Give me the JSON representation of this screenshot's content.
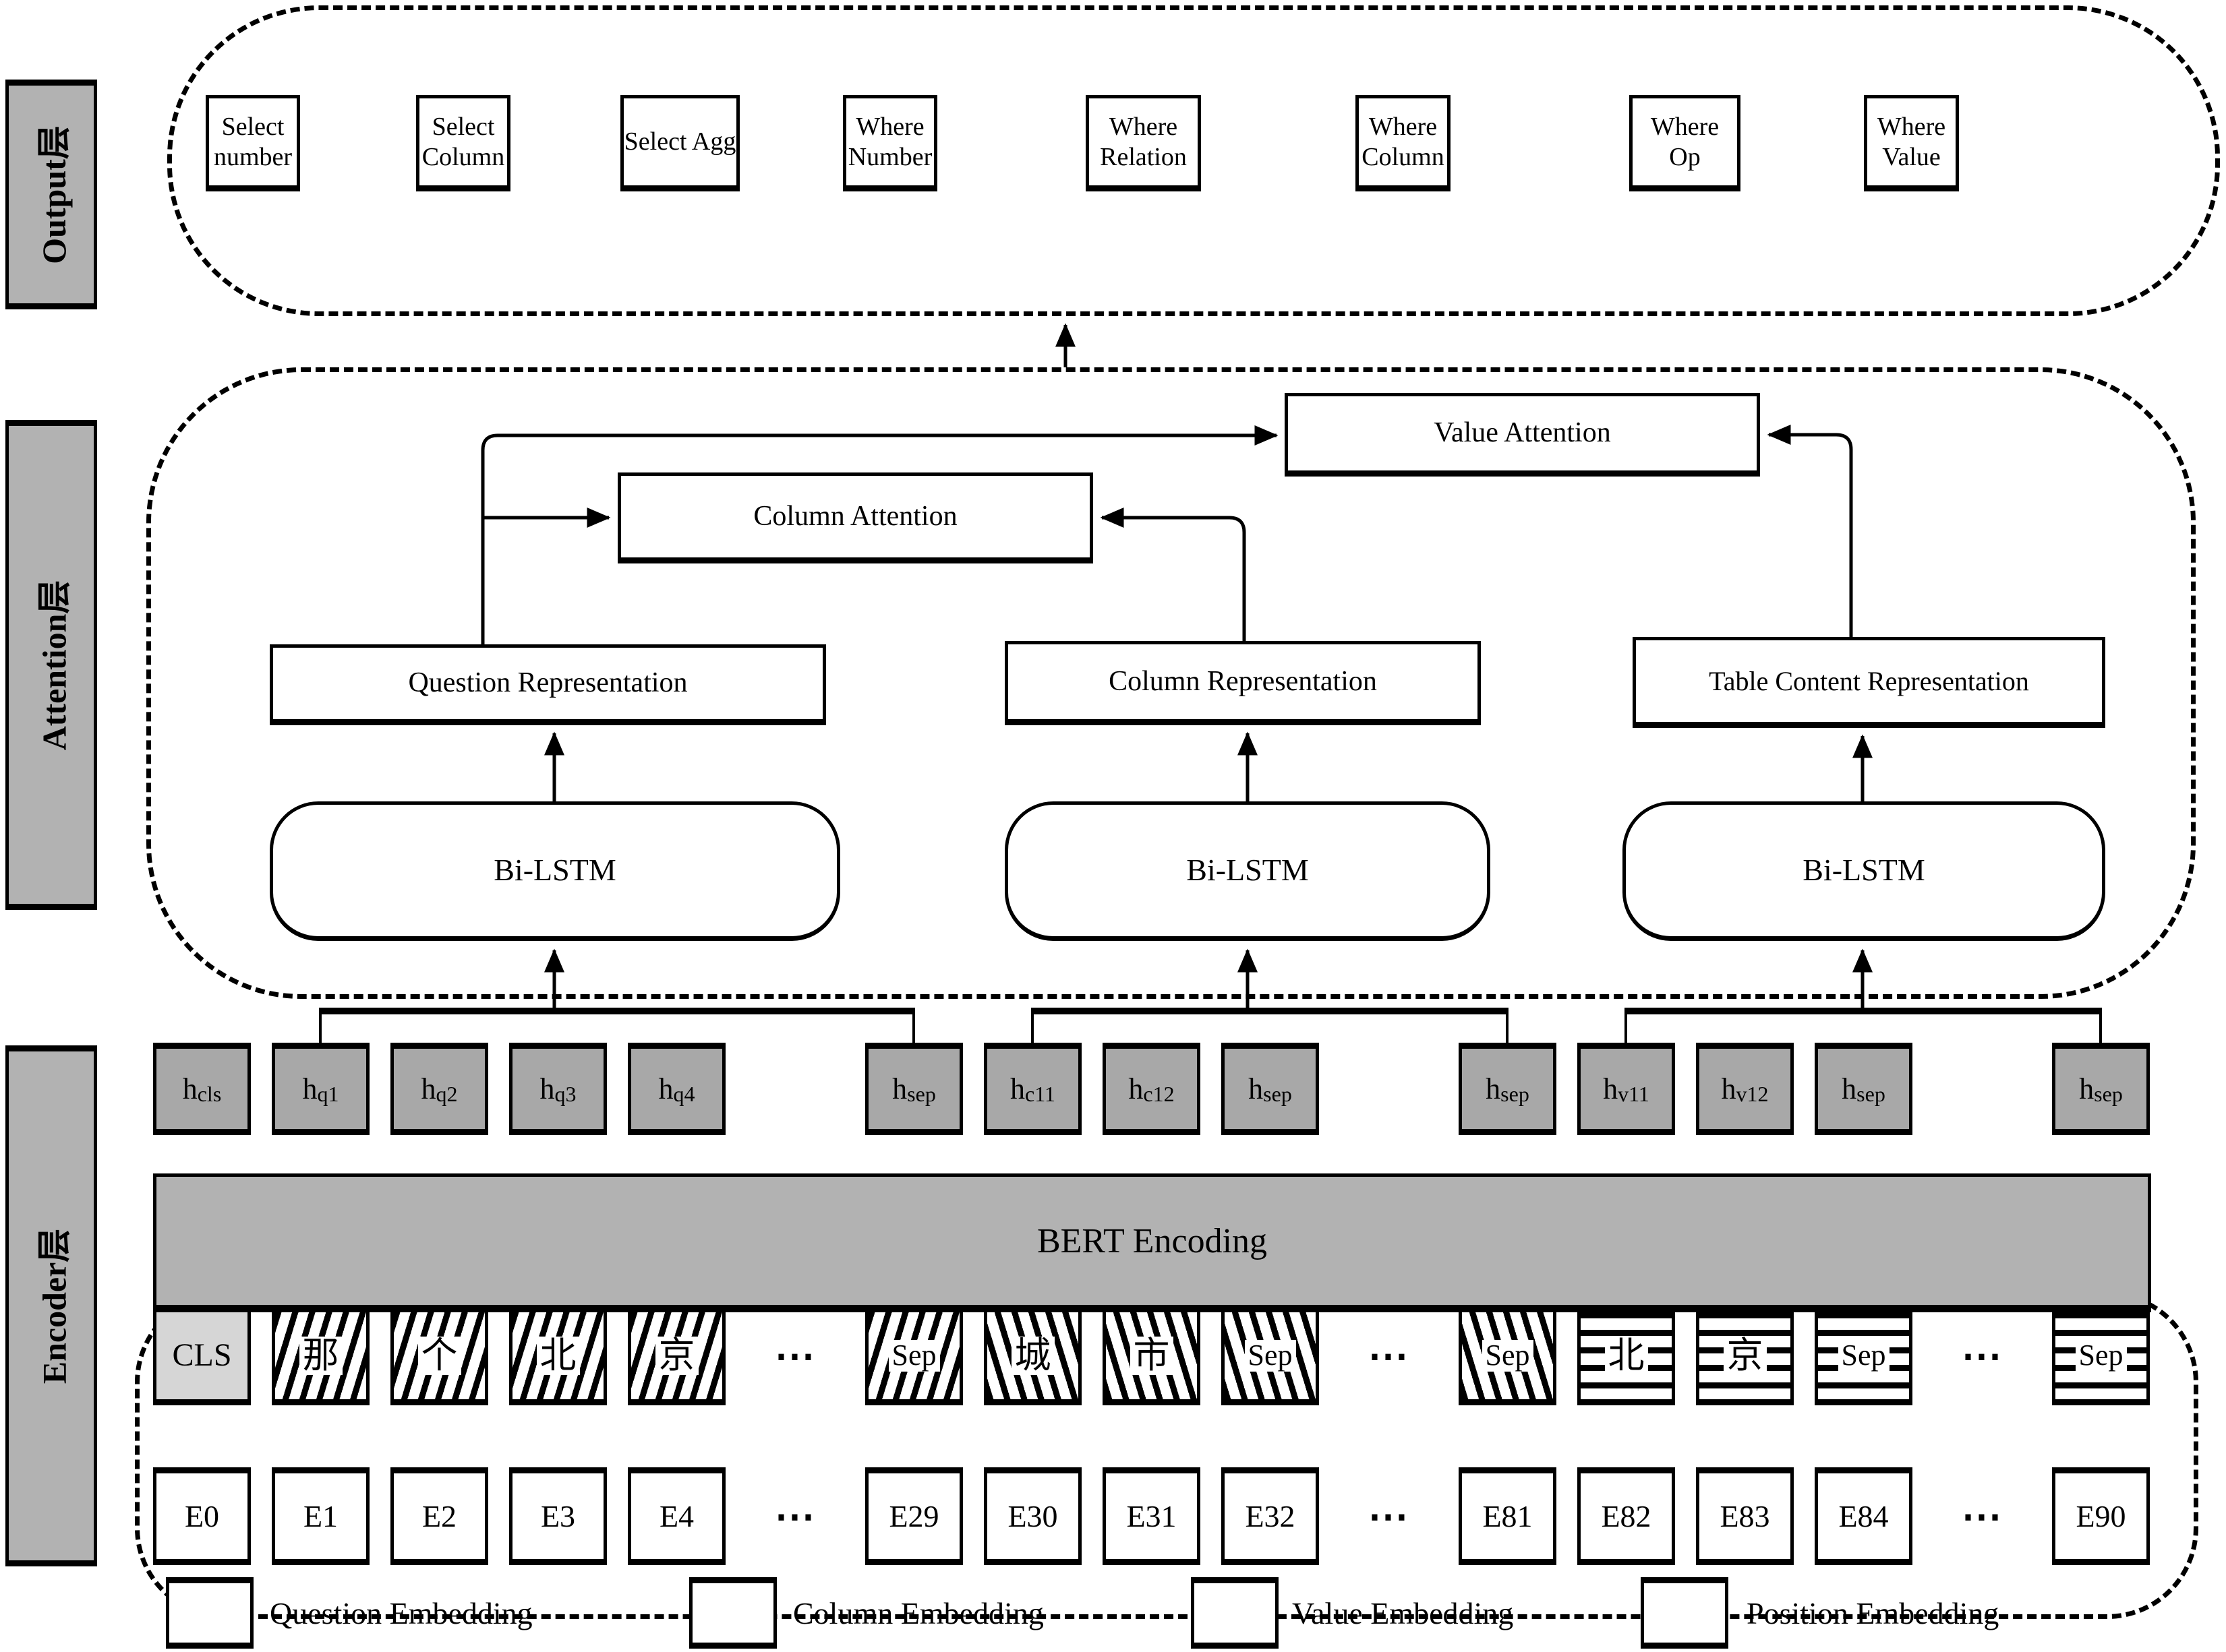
{
  "layers": [
    {
      "label": "Output层"
    },
    {
      "label": "Attention层"
    },
    {
      "label": "Encoder层"
    }
  ],
  "output_layer": {
    "boxes": [
      "Select number",
      "Select Column",
      "Select Agg",
      "Where Number",
      "Where Relation",
      "Where Column",
      "Where Op",
      "Where Value"
    ]
  },
  "attention_layer": {
    "value_attention": "Value Attention",
    "column_attention": "Column Attention",
    "question_representation": "Question Representation",
    "column_representation": "Column Representation",
    "table_content_representation": "Table Content Representation",
    "bilstm_label": "Bi-LSTM"
  },
  "encoder_layer": {
    "bert_label": "BERT Encoding",
    "ellipsis": "⋯",
    "h_tokens": [
      {
        "base": "h",
        "sub": "cls"
      },
      {
        "base": "h",
        "sub": "q1"
      },
      {
        "base": "h",
        "sub": "q2"
      },
      {
        "base": "h",
        "sub": "q3"
      },
      {
        "base": "h",
        "sub": "q4"
      },
      {
        "base": "h",
        "sub": "sep"
      },
      {
        "base": "h",
        "sub": "c11"
      },
      {
        "base": "h",
        "sub": "c12"
      },
      {
        "base": "h",
        "sub": "sep"
      },
      {
        "base": "h",
        "sub": "sep"
      },
      {
        "base": "h",
        "sub": "v11"
      },
      {
        "base": "h",
        "sub": "v12"
      },
      {
        "base": "h",
        "sub": "sep"
      },
      {
        "base": "h",
        "sub": "sep"
      }
    ],
    "tokens": [
      {
        "text": "CLS",
        "type": "cls"
      },
      {
        "text": "那",
        "type": "question"
      },
      {
        "text": "个",
        "type": "question"
      },
      {
        "text": "北",
        "type": "question"
      },
      {
        "text": "京",
        "type": "question"
      },
      {
        "text": "Sep",
        "type": "question"
      },
      {
        "text": "城",
        "type": "column"
      },
      {
        "text": "市",
        "type": "column"
      },
      {
        "text": "Sep",
        "type": "column"
      },
      {
        "text": "Sep",
        "type": "column"
      },
      {
        "text": "北",
        "type": "value"
      },
      {
        "text": "京",
        "type": "value"
      },
      {
        "text": "Sep",
        "type": "value"
      },
      {
        "text": "Sep",
        "type": "value"
      }
    ],
    "embeddings": [
      "E0",
      "E1",
      "E2",
      "E3",
      "E4",
      "E29",
      "E30",
      "E31",
      "E32",
      "E81",
      "E82",
      "E83",
      "E84",
      "E90"
    ]
  },
  "legend": {
    "items": [
      {
        "label": "Question Embedding",
        "type": "question"
      },
      {
        "label": "Column Embedding",
        "type": "column"
      },
      {
        "label": "Value Embedding",
        "type": "value"
      },
      {
        "label": "Position Embedding",
        "type": "position"
      }
    ]
  },
  "colors": {
    "box_gray": "#b2b2b2",
    "token_gray": "#a8a8a8",
    "cls_gray": "#d6d6d6",
    "line_black": "#000000"
  }
}
